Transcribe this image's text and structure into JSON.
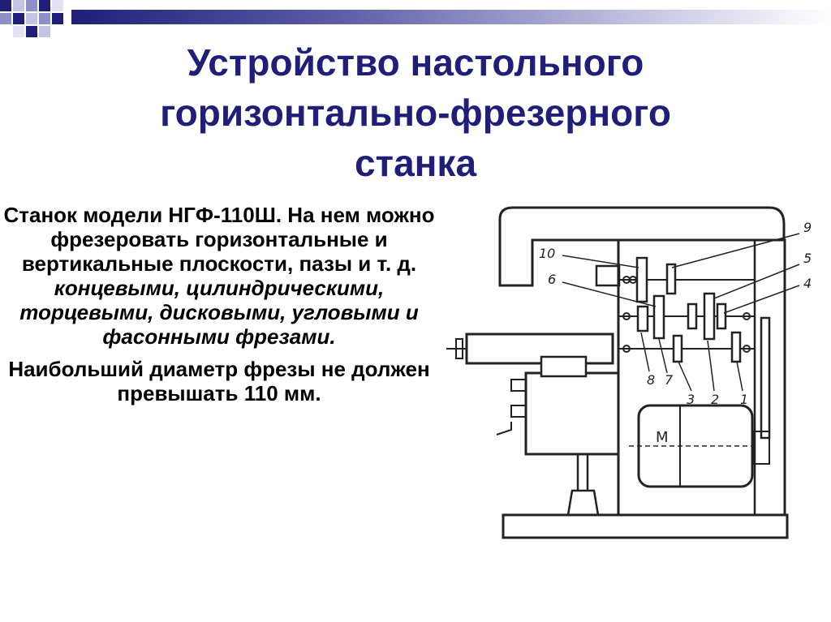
{
  "header": {
    "title_lines": [
      "Устройство настольного",
      "горизонтально-фрезерного",
      "станка"
    ]
  },
  "body": {
    "p1_normal": "Станок  модели НГФ-110Ш. На нем можно фрезеровать горизонтальные и вертикальные плоскости, пазы и т. д.",
    "p1_italic": "концевыми, цилиндрическими, торцевыми, дисковыми, угловыми и фасонными фрезами.",
    "p2": "Наибольший диаметр фрезы не должен превышать 110 мм."
  },
  "drawing": {
    "motor_label": "М",
    "callouts": [
      "1",
      "2",
      "3",
      "4",
      "5",
      "6",
      "7",
      "8",
      "9",
      "10"
    ]
  },
  "colors": {
    "title": "#1f1f7a",
    "accent_dark": "#1f1f7a",
    "accent_light": "#c4c4e2"
  }
}
